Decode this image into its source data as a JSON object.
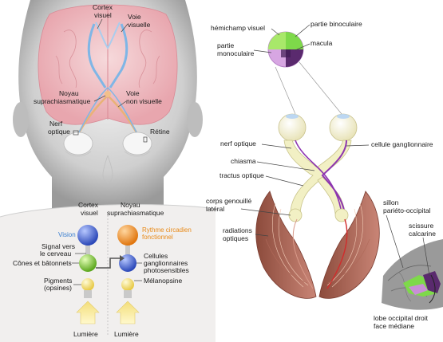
{
  "top_left": {
    "cortex_visuel": [
      "Cortex",
      "visuel"
    ],
    "voie_visuelle": [
      "Voie",
      "visuelle"
    ],
    "noyau": [
      "Noyau",
      "suprachiasmatique"
    ],
    "voie_non_visuelle": [
      "Voie",
      "non visuelle"
    ],
    "nerf_optique": [
      "Nerf",
      "optique"
    ],
    "retine": "Rétine"
  },
  "bottom_left": {
    "cortex_visuel": [
      "Cortex",
      "visuel"
    ],
    "noyau": [
      "Noyau",
      "suprachiasmatique"
    ],
    "vision": "Vision",
    "rythme": [
      "Rythme circadien",
      "fonctionnel"
    ],
    "signal": [
      "Signal vers",
      "le cerveau"
    ],
    "cones": "Cônes et bâtonnets",
    "cellules": [
      "Cellules",
      "ganglionnaires",
      "photosensibles"
    ],
    "pigments": [
      "Pigments",
      "(opsines)"
    ],
    "melanopsine": "Mélanopsine",
    "lumiere_1": "Lumière",
    "lumiere_2": "Lumière"
  },
  "right": {
    "hemichamp": "hémichamp visuel",
    "partie_binoculaire": "partie binoculaire",
    "partie_monoculaire": [
      "partie",
      "monoculaire"
    ],
    "macula": "macula",
    "nerf_optique": "nerf optique",
    "cellule_ganglionnaire": "cellule ganglionnaire",
    "chiasma": "chiasma",
    "tractus_optique": "tractus optique",
    "corps_genouille": [
      "corps genouillé",
      "latéral"
    ],
    "radiations": [
      "radiations",
      "optiques"
    ],
    "sillon": [
      "sillon",
      "pariéto-occipital"
    ],
    "scissure": [
      "scissure",
      "calcarine"
    ],
    "lobe": [
      "lobe occipital droit",
      "face médiane"
    ]
  },
  "colors": {
    "brain_pink": "#e9a5ae",
    "pathway_blue": "#7fb6e6",
    "pathway_orange": "#e9b276",
    "tract_cream": "#f2f0c4",
    "purple": "#8d35b0",
    "green": "#6fd53a",
    "sphere_blue": "#4f73d8",
    "sphere_green": "#8bd14a",
    "sphere_orange": "#f19535",
    "sphere_yellow": "#f4e27a"
  }
}
